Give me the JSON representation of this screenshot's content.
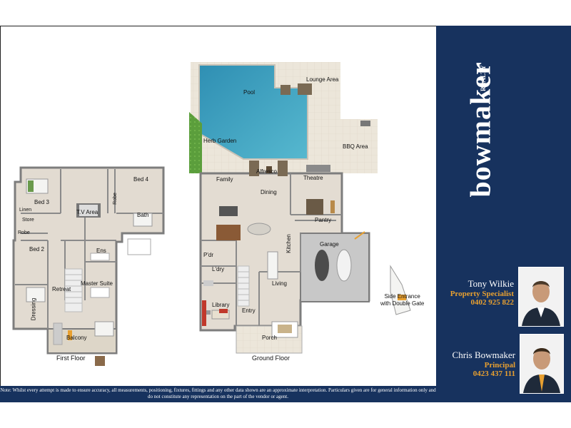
{
  "brand": {
    "name": "bowmaker",
    "sub": "REALTY"
  },
  "agents": [
    {
      "name": "Tony Wilkie",
      "role": "Property Specialist",
      "phone": "0402 925 822"
    },
    {
      "name": "Chris Bowmaker",
      "role": "Principal",
      "phone": "0423 437 111"
    }
  ],
  "floors": {
    "first": "First Floor",
    "ground": "Ground Floor"
  },
  "rooms": {
    "first": {
      "bed3": "Bed 3",
      "tv_area": "T.V Area",
      "robe_top": "Robe",
      "bed4": "Bed 4",
      "linen": "Linen",
      "store": "Store",
      "robe_left": "Robe",
      "bath": "Bath",
      "bed2": "Bed 2",
      "ens": "Ens",
      "master_suite": "Master Suite",
      "retreat": "Retreat",
      "dressing": "Dressing",
      "balcony": "Balcony"
    },
    "ground": {
      "pool": "Pool",
      "lounge_area": "Lounge Area",
      "herb_garden": "Herb Garden",
      "bbq_area": "BBQ Area",
      "alfresco": "Alfresco",
      "family": "Family",
      "theatre": "Theatre",
      "dining": "Dining",
      "pantry": "Pantry",
      "kitchen": "Kitchen",
      "garage": "Garage",
      "pdr": "P'dr",
      "ldry": "L'dry",
      "living": "Living",
      "library": "Library",
      "entry": "Entry",
      "porch": "Porch"
    },
    "side_entrance": "Side Entrance\nwith Double Gate"
  },
  "note": "Note: Whilst every attempt is made to ensure accuracy, all measurements, positioning, fixtures, fittings and any other data shown are an approximate interpretation.  Particulars given are for general information only and do not constitute any representation on the part of the vendor or agent.",
  "colors": {
    "navy": "#17325e",
    "accent": "#e8a030",
    "pool": "#3fa3c0",
    "floor": "#e3dcd2",
    "wall": "#8c8c8c"
  }
}
